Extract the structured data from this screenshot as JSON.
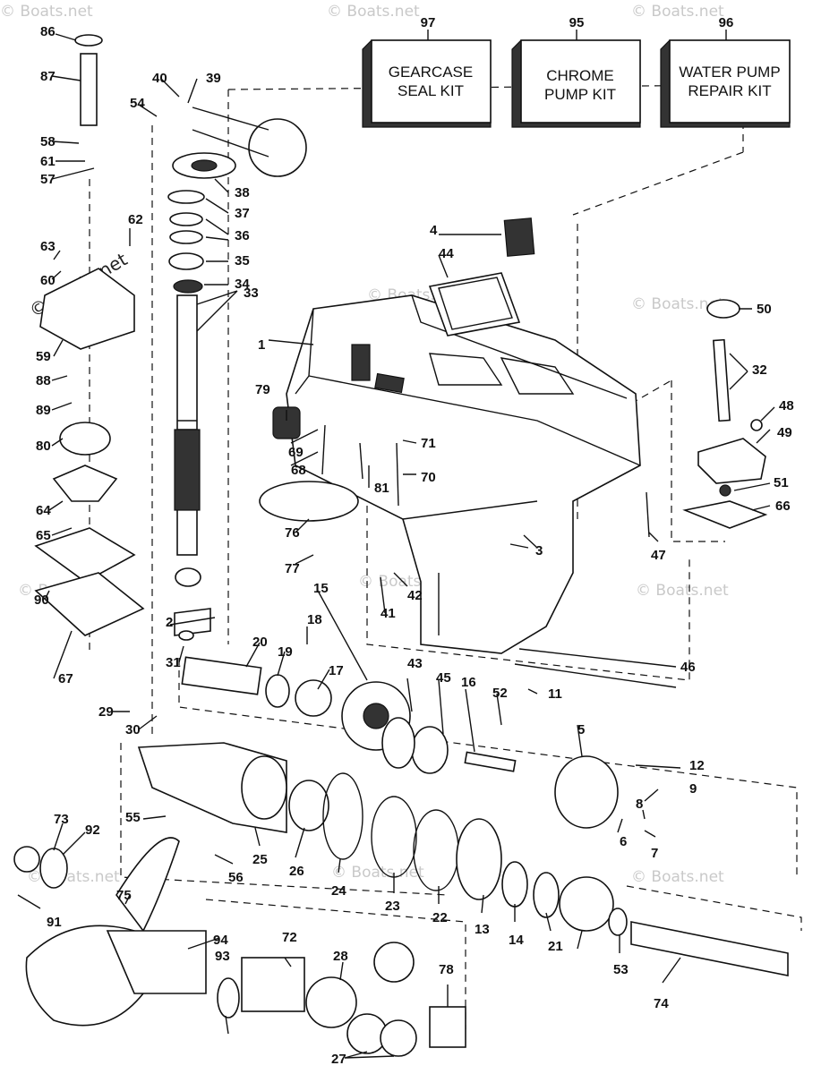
{
  "watermark": "© Boats.net",
  "kits": [
    {
      "id": "kit-gearcase",
      "number": "97",
      "line1": "GEARCASE",
      "line2": "SEAL KIT"
    },
    {
      "id": "kit-chrome",
      "number": "95",
      "line1": "CHROME",
      "line2": "PUMP KIT"
    },
    {
      "id": "kit-waterpump",
      "number": "96",
      "line1": "WATER PUMP",
      "line2": "REPAIR KIT"
    }
  ],
  "part_labels": [
    "86",
    "87",
    "58",
    "61",
    "57",
    "63",
    "60",
    "62",
    "59",
    "88",
    "89",
    "80",
    "64",
    "65",
    "90",
    "67",
    "40",
    "39",
    "54",
    "38",
    "37",
    "36",
    "35",
    "34",
    "33",
    "1",
    "4",
    "44",
    "79",
    "69",
    "68",
    "81",
    "71",
    "70",
    "76",
    "77",
    "3",
    "41",
    "42",
    "2",
    "15",
    "31",
    "20",
    "19",
    "18",
    "17",
    "43",
    "45",
    "16",
    "52",
    "11",
    "5",
    "12",
    "9",
    "8",
    "7",
    "6",
    "29",
    "30",
    "55",
    "56",
    "25",
    "26",
    "24",
    "23",
    "22",
    "13",
    "14",
    "21",
    "53",
    "74",
    "73",
    "92",
    "75",
    "91",
    "94",
    "93",
    "72",
    "28",
    "27",
    "78",
    "50",
    "32",
    "48",
    "49",
    "51",
    "66",
    "47",
    "46"
  ]
}
